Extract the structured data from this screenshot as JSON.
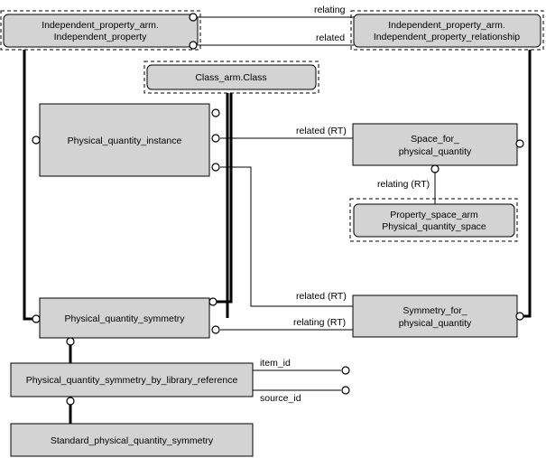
{
  "entities": {
    "independent_property": [
      "Independent_property_arm.",
      "Independent_property"
    ],
    "independent_property_relationship": [
      "Independent_property_arm.",
      "Independent_property_relationship"
    ],
    "class": [
      "Class_arm.Class"
    ],
    "physical_quantity_instance": [
      "Physical_quantity_instance"
    ],
    "space_for_physical_quantity": [
      "Space_for_",
      "physical_quantity"
    ],
    "physical_quantity_space": [
      "Property_space_arm",
      "Physical_quantity_space"
    ],
    "physical_quantity_symmetry": [
      "Physical_quantity_symmetry"
    ],
    "symmetry_for_physical_quantity": [
      "Symmetry_for_",
      "physical_quantity"
    ],
    "by_library_reference": [
      "Physical_quantity_symmetry_by_library_reference"
    ],
    "standard_symmetry": [
      "Standard_physical_quantity_symmetry"
    ]
  },
  "relations": {
    "relating_top": "relating",
    "related_top": "related",
    "related_rt_space": "related (RT)",
    "relating_rt_space": "relating (RT)",
    "related_rt_symmetry": "related (RT)",
    "relating_rt_symmetry": "relating (RT)",
    "item_id": "item_id",
    "source_id": "source_id"
  }
}
